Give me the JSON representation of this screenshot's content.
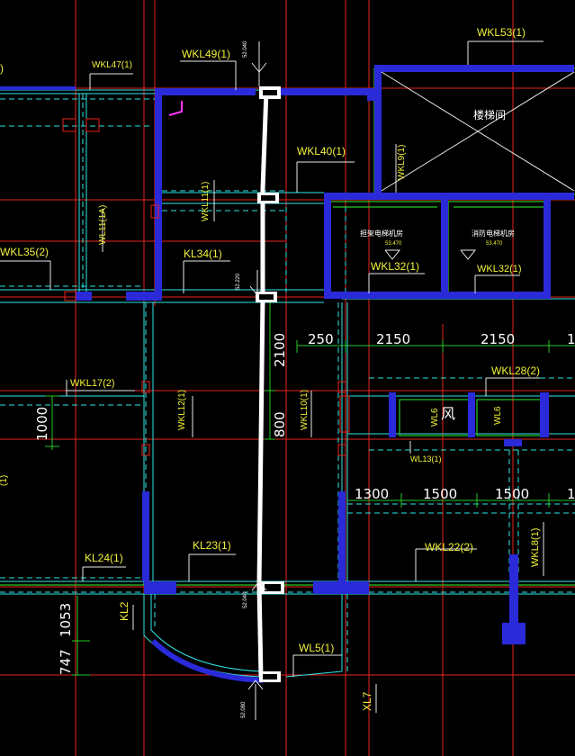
{
  "beam_labels": {
    "wkl53": "WKL53(1)",
    "wkl49": "WKL49(1)",
    "wkl47": "WKL47(1)",
    "wkl40": "WKL40(1)",
    "wkl9": "WKL9(1)",
    "wkl11": "WKL11(1)",
    "wl11a": "WL11(1A)",
    "wkl35": "WKL35(2)",
    "kl34": "KL34(1)",
    "wkl32_a": "WKL32(1)",
    "wkl32_b": "WKL32(1)",
    "wkl17": "WKL17(2)",
    "wkl12": "WKL12(1)",
    "wkl10": "WKL10(1)",
    "wkl28": "WKL28(2)",
    "wl6_a": "WL6",
    "wl6_b": "WL6",
    "wl13": "WL13(1)",
    "kl24": "KL24(1)",
    "kl23": "KL23(1)",
    "wkl22": "WKL22(2)",
    "wkl8": "WKL8(1)",
    "kl2": "KL2",
    "wl5": "WL5(1)",
    "xl7": "XL7",
    "left_edge_top": ")",
    "left_edge_mid": "(1)"
  },
  "room_labels": {
    "stair": "楼梯间",
    "elevator_room_1": "担架电梯机房",
    "elevator_room_2": "消防电梯机房",
    "wind": "风"
  },
  "elevations": {
    "room_1": "53.470",
    "room_2": "53.470",
    "e1": "52.040",
    "e2": "52.220",
    "e3": "52.040",
    "e4": "52.080"
  },
  "dimensions": {
    "d2100": "2100",
    "d250": "250",
    "d2150_a": "2150",
    "d2150_b": "2150",
    "d1_edge": "1",
    "d1000": "1000",
    "d800": "800",
    "d1300": "1300",
    "d1500_a": "1500",
    "d1500_b": "1500",
    "d1_edge_b": "1",
    "d1053": "1053",
    "d747": "747"
  },
  "colors": {
    "background": "#000000",
    "grid_axis": "#e8231c",
    "beam": "#2ee6e6",
    "column": "#2a2ad8",
    "wall": "#28c828",
    "label": "#f2f23c",
    "dimension_text": "#ffffff",
    "leader": "#e8e8e8",
    "highlight": "#ff38ff"
  }
}
